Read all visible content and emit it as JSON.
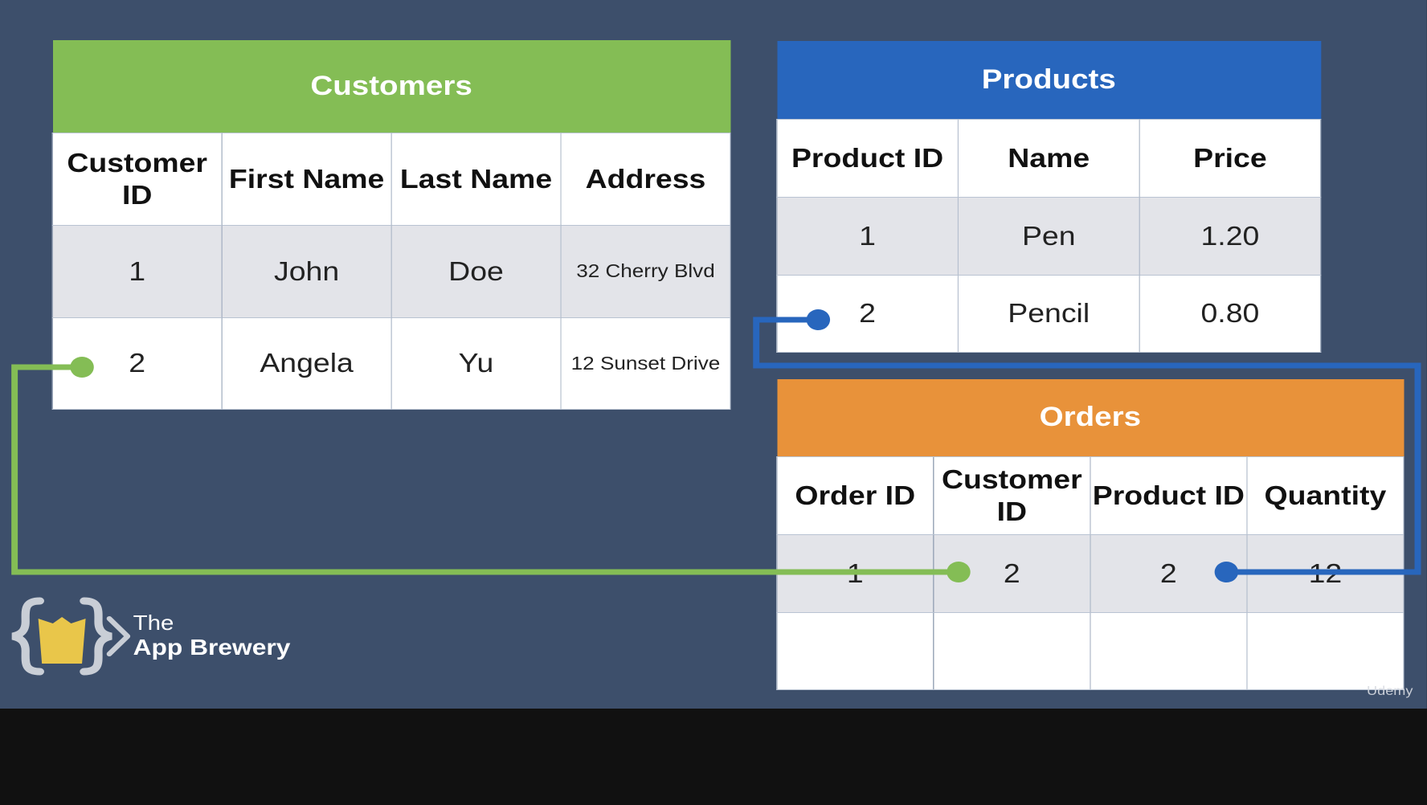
{
  "tables": {
    "customers": {
      "title": "Customers",
      "color": "#84bd55",
      "headers": [
        "Customer ID",
        "First Name",
        "Last Name",
        "Address"
      ],
      "rows": [
        [
          "1",
          "John",
          "Doe",
          "32 Cherry Blvd"
        ],
        [
          "2",
          "Angela",
          "Yu",
          "12 Sunset Drive"
        ]
      ]
    },
    "products": {
      "title": "Products",
      "color": "#2866bd",
      "headers": [
        "Product ID",
        "Name",
        "Price"
      ],
      "rows": [
        [
          "1",
          "Pen",
          "1.20"
        ],
        [
          "2",
          "Pencil",
          "0.80"
        ]
      ]
    },
    "orders": {
      "title": "Orders",
      "color": "#e8923a",
      "headers": [
        "Order ID",
        "Customer ID",
        "Product ID",
        "Quantity"
      ],
      "rows": [
        [
          "1",
          "2",
          "2",
          "12"
        ],
        [
          "",
          "",
          "",
          ""
        ]
      ]
    }
  },
  "connectors": {
    "customer_link_color": "#84bd55",
    "product_link_color": "#2866bd"
  },
  "logo": {
    "the": "The",
    "name": "App Brewery",
    "icon": "braces-cup-icon"
  },
  "watermark": "Udemy"
}
